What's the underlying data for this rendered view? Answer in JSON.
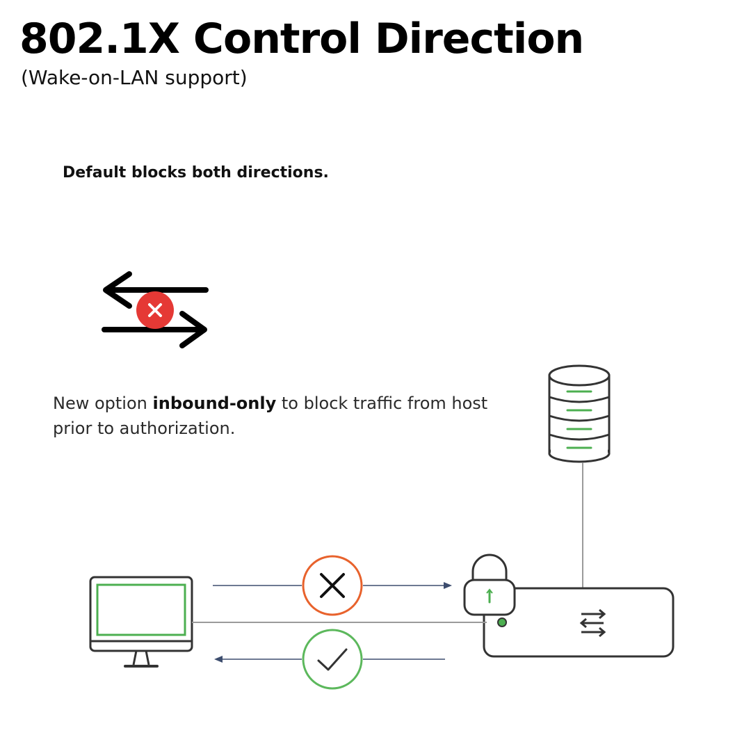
{
  "header": {
    "title": "802.1X Control Direction",
    "subtitle": "(Wake-on-LAN support)"
  },
  "notes": {
    "default": "Default blocks both directions.",
    "option_prefix": "New option ",
    "option_emphasis": "inbound-only",
    "option_suffix": " to block traffic from host prior to authorization."
  },
  "icons": {
    "bidirectional_arrows": "bidirectional-arrows-icon",
    "blocked_badge": "x-circle-icon",
    "host": "monitor-icon",
    "auth_server": "database-server-icon",
    "switch": "network-switch-icon",
    "port_lock": "padlock-icon",
    "outbound_status": "x-circle-icon",
    "inbound_status": "checkmark-circle-icon"
  },
  "flows": [
    {
      "direction": "host-to-switch",
      "status": "blocked"
    },
    {
      "direction": "switch-to-host",
      "status": "allowed"
    }
  ],
  "colors": {
    "blocked_red": "#e53935",
    "blocked_orange": "#e8622c",
    "allowed_green": "#5cb85c",
    "accent_green": "#4caf50",
    "line_gray": "#9a9a9a",
    "arrow_navy": "#3d4d6e",
    "outline": "#333333"
  }
}
